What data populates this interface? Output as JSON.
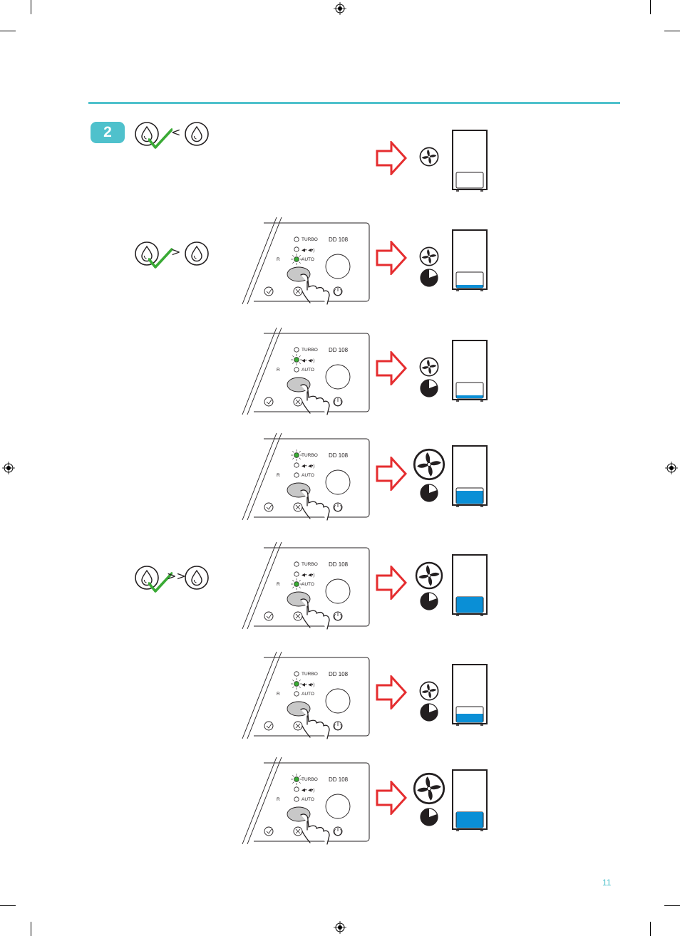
{
  "step": {
    "number": "2"
  },
  "conditions": [
    {
      "operator": "<"
    },
    {
      "operator": ">"
    },
    {
      "operator": ">>"
    }
  ],
  "panel": {
    "model": "DD 108",
    "modes": [
      "TURBO",
      "AUTO"
    ],
    "fan_mode_glyph": "◀• ◀•)",
    "partial_label": "R"
  },
  "rows": [
    {
      "fan_speed": "low",
      "timer": false,
      "water_level": 0.0
    },
    {
      "fan_speed": "low",
      "timer": true,
      "water_level": 0.1,
      "active_led": "auto"
    },
    {
      "fan_speed": "low",
      "timer": true,
      "water_level": 0.1,
      "active_led": "medium"
    },
    {
      "fan_speed": "high",
      "timer": true,
      "water_level": 0.45,
      "active_led": "turbo"
    },
    {
      "fan_speed": "medium",
      "timer": true,
      "water_level": 0.55,
      "active_led": "auto"
    },
    {
      "fan_speed": "low",
      "timer": true,
      "water_level": 0.3,
      "active_led": "medium"
    },
    {
      "fan_speed": "high",
      "timer": true,
      "water_level": 0.55,
      "active_led": "turbo"
    }
  ],
  "icons": {
    "arrow": "right-arrow-icon",
    "fan": "fan-icon",
    "timer": "timer-icon",
    "tank": "water-tank-icon",
    "drop": "water-drop-icon",
    "check": "check-icon",
    "hand": "pointing-hand-icon"
  },
  "colors": {
    "accent": "#4fc1cc",
    "arrow": "#e52d2f",
    "check": "#3aaa35",
    "water": "#0a8fd6",
    "led_active": "#3aaa35"
  },
  "page": {
    "number": "11"
  }
}
